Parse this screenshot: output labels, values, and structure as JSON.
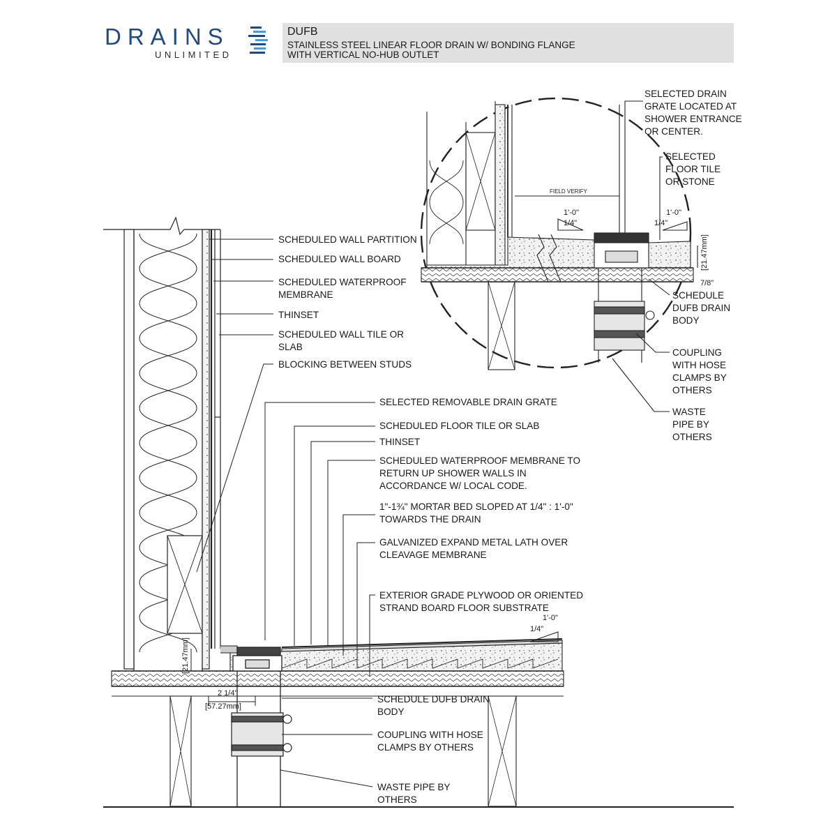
{
  "brand": {
    "name": "DRAINS",
    "sub": "UNLIMITED",
    "color": "#1f4a82",
    "accent": "#4a9bd6"
  },
  "title": {
    "code": "DUFB",
    "line1": "STAINLESS STEEL LINEAR FLOOR DRAIN W/ BONDING FLANGE",
    "line2": "WITH VERTICAL NO-HUB OUTLET"
  },
  "wall_labels": {
    "partition": "SCHEDULED WALL PARTITION",
    "board": "SCHEDULED WALL BOARD",
    "membrane_1": "SCHEDULED WATERPROOF",
    "membrane_2": "MEMBRANE",
    "thinset": "THINSET",
    "tile_1": "SCHEDULED  WALL TILE OR",
    "tile_2": "SLAB",
    "blocking": "BLOCKING BETWEEN STUDS"
  },
  "floor_labels": {
    "grate": "SELECTED REMOVABLE DRAIN GRATE",
    "floor_tile": "SCHEDULED  FLOOR TILE OR SLAB",
    "thinset": "THINSET",
    "membrane_1": "SCHEDULED WATERPROOF MEMBRANE TO",
    "membrane_2": "RETURN UP SHOWER WALLS  IN",
    "membrane_3": "ACCORDANCE W/ LOCAL CODE.",
    "mortar_1": "1\"-1¾\" MORTAR BED SLOPED AT  1/4\" : 1'-0\"",
    "mortar_2": "TOWARDS THE DRAIN",
    "lath_1": "GALVANIZED EXPAND METAL LATH OVER",
    "lath_2": "CLEAVAGE MEMBRANE",
    "plywood_1": "EXTERIOR GRADE PLYWOOD OR ORIENTED",
    "plywood_2": "STRAND BOARD FLOOR SUBSTRATE",
    "body_1": "SCHEDULE DUFB DRAIN",
    "body_2": "BODY",
    "coupling_1": "COUPLING WITH HOSE",
    "coupling_2": "CLAMPS BY OTHERS",
    "waste_1": "WASTE PIPE  BY",
    "waste_2": "OTHERS"
  },
  "detail_labels": {
    "grate_1": "SELECTED DRAIN",
    "grate_2": "GRATE LOCATED AT",
    "grate_3": "SHOWER ENTRANCE",
    "grate_4": "OR CENTER.",
    "tile_1": "SELECTED",
    "tile_2": "FLOOR TILE",
    "tile_3": "OR STONE",
    "field_verify": "FIELD VERIFY",
    "body_1": "SCHEDULE",
    "body_2": "DUFB DRAIN",
    "body_3": "BODY",
    "coupling_1": "COUPLING",
    "coupling_2": "WITH HOSE",
    "coupling_3": "CLAMPS BY",
    "coupling_4": "OTHERS",
    "waste_1": "WASTE",
    "waste_2": "PIPE  BY",
    "waste_3": "OTHERS"
  },
  "dimensions": {
    "slope_run": "1'-0\"",
    "slope_rise": "1/4\"",
    "height_mm": "[21.47mm]",
    "height_in": "7/8\"",
    "offset_in": "2 1/4\"",
    "offset_mm": "[57.27mm]"
  }
}
